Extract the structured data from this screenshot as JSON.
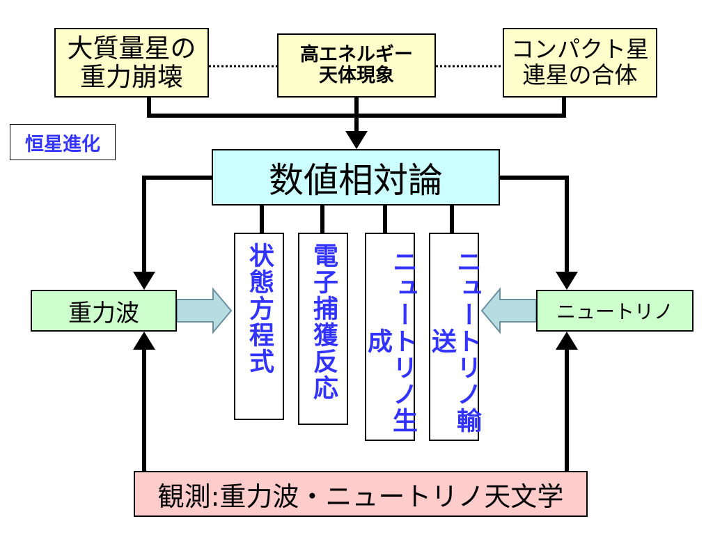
{
  "top_boxes": {
    "left": {
      "line1": "大質量星の",
      "line2": "重力崩壊"
    },
    "center": {
      "line1": "高エネルギー",
      "line2": "天体現象"
    },
    "right": {
      "line1": "コンパクト星",
      "line2": "連星の合体"
    }
  },
  "side_label": "恒星進化",
  "center_title": "数値相対論",
  "vertical_boxes": [
    "状態方程式",
    "電子捕獲反応",
    "ニュートリノ生成",
    "ニュートリノ輸送"
  ],
  "left_box": "重力波",
  "right_box": "ニュートリノ",
  "bottom_box": "観測:重力波・ニュートリノ天文学",
  "colors": {
    "yellow_fill": "#ffffcc",
    "cyan_fill": "#ccffff",
    "green_fill": "#ccffcc",
    "pink_fill": "#ffcccc",
    "blue_text": "#3333ff",
    "arrow_fill": "#b8dde0"
  }
}
